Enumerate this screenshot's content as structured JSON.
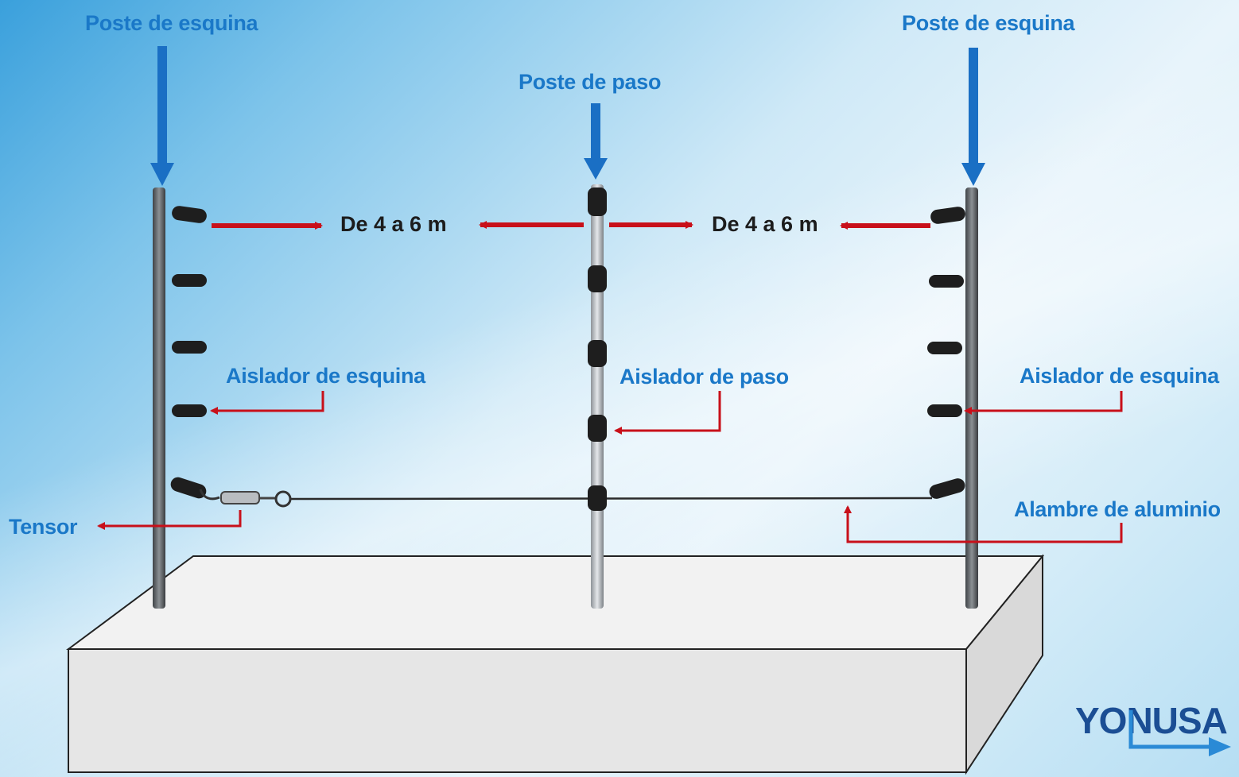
{
  "labels": {
    "corner_post_left": "Poste de esquina",
    "corner_post_right": "Poste de esquina",
    "pass_post": "Poste de paso",
    "distance_left": "De 4 a 6 m",
    "distance_right": "De 4 a 6 m",
    "corner_insulator_left": "Aislador de esquina",
    "corner_insulator_right": "Aislador de esquina",
    "pass_insulator": "Aislador de paso",
    "tensioner": "Tensor",
    "aluminum_wire": "Alambre de aluminio"
  },
  "logo": {
    "text": "YONUSA"
  },
  "colors": {
    "label_blue": "#1a78c8",
    "arrow_blue": "#1a6fc4",
    "arrow_red": "#c8101a",
    "post_grey": "#555a5e",
    "insulator_black": "#1e1e1e",
    "base_grey": "#e6e6e6",
    "logo_blue": "#1b4e94"
  }
}
